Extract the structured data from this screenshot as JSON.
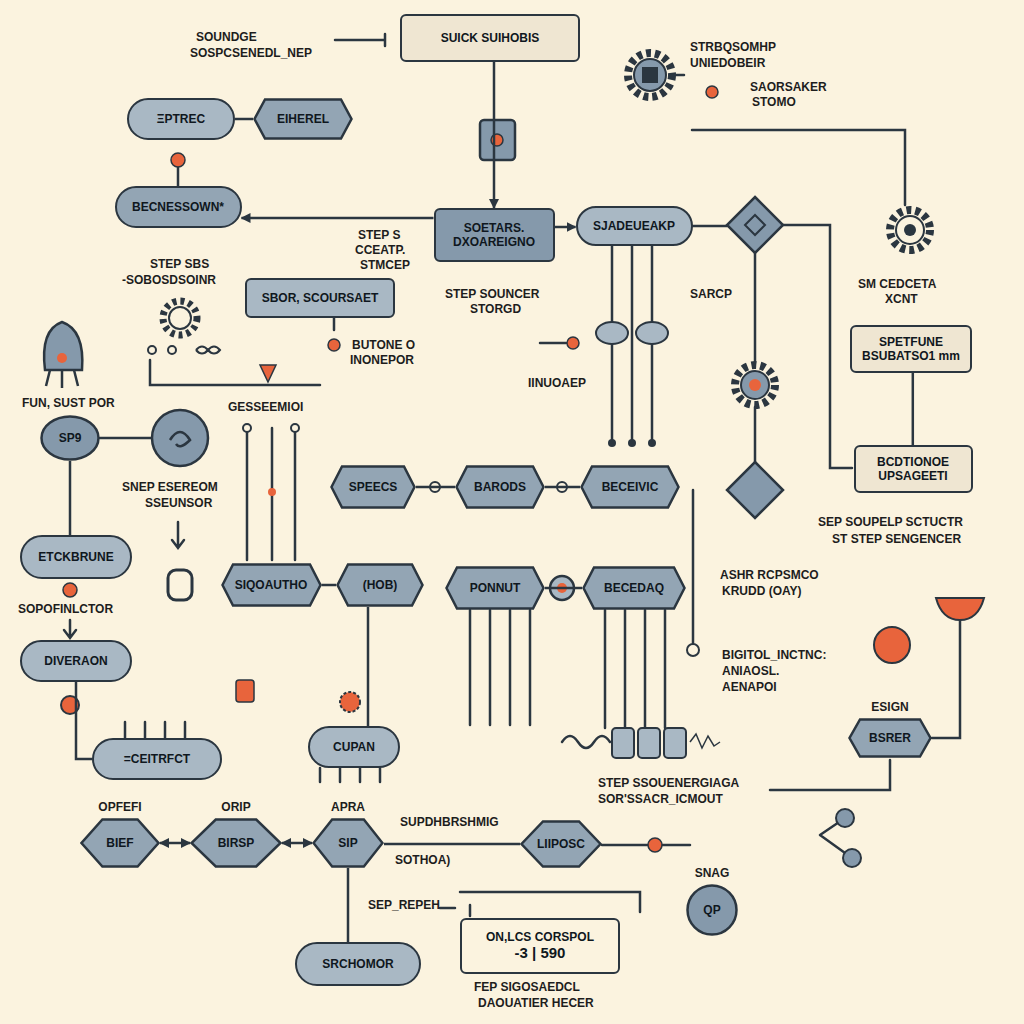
{
  "diagram": {
    "nodes": [
      {
        "text": [
          "SUICK SUIHOBIS"
        ]
      },
      {
        "text": [
          "ΞPTREC"
        ]
      },
      {
        "text": [
          "EIHEREL"
        ]
      },
      {
        "text": [
          "BECNESSOWN*"
        ]
      },
      {
        "text": [
          "SOETARS. DXOAREIGNO"
        ]
      },
      {
        "text": [
          "SJADEUEAKP"
        ]
      },
      {
        "text": [
          "SBOR, SCOURSAET"
        ]
      },
      {
        "text": [
          "SPETFUNE",
          "BSUBATSO1 mm"
        ]
      },
      {
        "text": [
          "SP9"
        ]
      },
      {
        "text": [
          "BCDTIONOE UPSAGEETI"
        ]
      },
      {
        "text": [
          "SPEECS"
        ]
      },
      {
        "text": [
          "BARODS"
        ]
      },
      {
        "text": [
          "BECEIVIC"
        ]
      },
      {
        "text": [
          "ETCKBRUNE"
        ]
      },
      {
        "text": [
          "SIQOAUTHO"
        ]
      },
      {
        "text": [
          "(HOB)"
        ]
      },
      {
        "text": [
          "PONNUT"
        ]
      },
      {
        "text": [
          "BECEDAQ"
        ]
      },
      {
        "text": [
          "DIVERAON"
        ]
      },
      {
        "text": [
          "CUPAN"
        ]
      },
      {
        "text": [
          "ESIGN",
          "BSRER"
        ]
      },
      {
        "text": [
          "=CEITRFCT"
        ]
      },
      {
        "text": [
          "OPFEFI",
          "BIEF"
        ]
      },
      {
        "text": [
          "ORIP",
          "BIRSP"
        ]
      },
      {
        "text": [
          "APRA",
          "SIP"
        ]
      },
      {
        "text": [
          "LIIPOSC"
        ]
      },
      {
        "text": [
          "SNAG",
          "QP"
        ]
      },
      {
        "text": [
          "SRCHOMOR"
        ]
      },
      {
        "text": [
          "ON,LCS CORSPOL",
          "-3 | 590"
        ]
      }
    ],
    "edges": [
      {
        "from": 0,
        "to": 4,
        "arrow": "to"
      },
      {
        "from": 1,
        "to": 2,
        "arrow": "none"
      },
      {
        "from": 4,
        "to": 3,
        "arrow": "to"
      },
      {
        "from": 4,
        "to": 5,
        "arrow": "to"
      },
      {
        "from": 7,
        "to": 9,
        "arrow": "none"
      },
      {
        "from": 8,
        "to": 13,
        "arrow": "none"
      },
      {
        "from": 10,
        "to": 11,
        "arrow": "none"
      },
      {
        "from": 11,
        "to": 12,
        "arrow": "none"
      },
      {
        "from": 14,
        "to": 15,
        "arrow": "none"
      },
      {
        "from": 16,
        "to": 17,
        "arrow": "none"
      },
      {
        "from": 15,
        "to": 19,
        "arrow": "none"
      },
      {
        "from": 18,
        "to": 21,
        "arrow": "none"
      },
      {
        "from": 22,
        "to": 23,
        "arrow": "both"
      },
      {
        "from": 23,
        "to": 24,
        "arrow": "both"
      },
      {
        "from": 24,
        "to": 25,
        "arrow": "none"
      },
      {
        "from": 27,
        "to": 24,
        "arrow": "none"
      }
    ],
    "labels": [
      "SOUNDGE",
      "SOSPCSENEDL_NEP",
      "STRBQSOMHP",
      "UNIEDOBEIR",
      "SAORSAKER",
      "STOMO",
      "STEP S",
      "CCEATP.",
      "STMCEP",
      "STEP SBS",
      "-SOBOSDSOINR",
      "STEP SOUNCER",
      "STORGD",
      "SARCP",
      "SM CEDCETA",
      "XCNT",
      "BUTONE O",
      "INONEPOR",
      "IINUOAEP",
      "GESSEEMIOI",
      "FUN, SUST POR",
      "SNEP ESEREOM",
      "SSEUNSOR",
      "SOPOFINLCTOR",
      "SEP SOUPELP SCTUCTR",
      "ST STEP SENGENCER",
      "ASHR RCPSMCO",
      "KRUDD (OAY)",
      "BIGITOL_INCTNC:",
      "ANIAOSL.",
      "AENAPOI",
      "STEP SSOUENERGIAGA",
      "SOR'SSACR_ICMOUT",
      "SUPDHBRSHMIG",
      "SOTHOA)",
      "SEP_REPEH",
      "FEP SIGOSAEDCL",
      "DAOUATIER HECER"
    ]
  }
}
